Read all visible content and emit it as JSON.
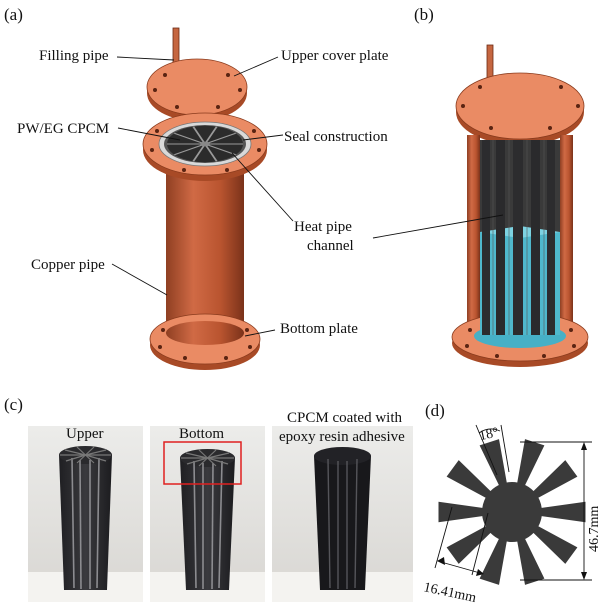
{
  "panels": {
    "a": "(a)",
    "b": "(b)",
    "c": "(c)",
    "d": "(d)"
  },
  "labels_a": {
    "filling_pipe": "Filling pipe",
    "upper_cover_plate": "Upper cover plate",
    "pw_eg_cpcm": "PW/EG CPCM",
    "seal_construction": "Seal construction",
    "heat_pipe_channel_1": "Heat pipe",
    "heat_pipe_channel_2": "channel",
    "copper_pipe": "Copper pipe",
    "bottom_plate": "Bottom plate"
  },
  "labels_c": {
    "upper": "Upper",
    "bottom": "Bottom",
    "coated_1": "CPCM coated with",
    "coated_2": "epoxy resin adhesive"
  },
  "labels_d": {
    "angle": "18°",
    "height": "46.7mm",
    "width": "16.41mm"
  },
  "colors": {
    "copper": "#e9845e",
    "copper_dark": "#b8532e",
    "pipe_body": "#c25e3b",
    "cpcm": "#333333",
    "liquid": "#4fb8cc",
    "highlight_box": "#e02020"
  }
}
